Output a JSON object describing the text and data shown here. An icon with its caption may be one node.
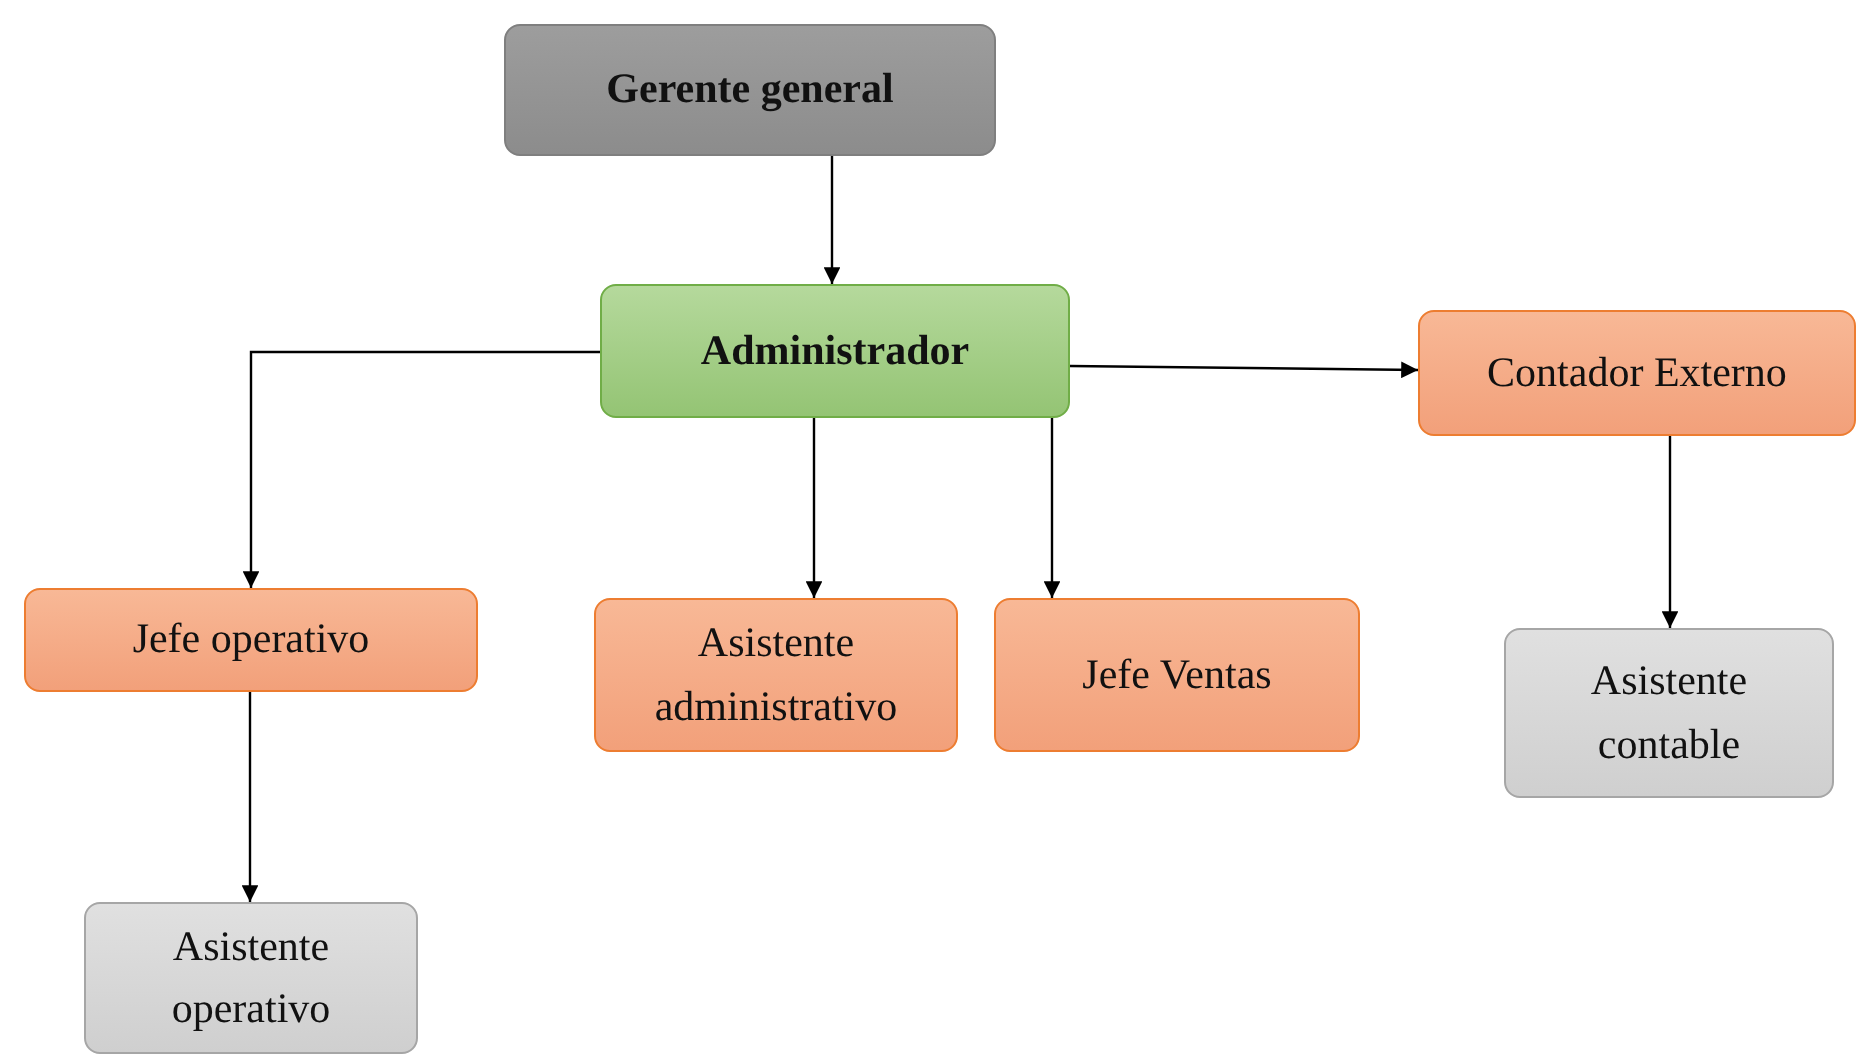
{
  "diagram": {
    "nodes": [
      {
        "text": [
          "Gerente general"
        ]
      },
      {
        "text": [
          "Administrador"
        ]
      },
      {
        "text": [
          "Contador Externo"
        ]
      },
      {
        "text": [
          "Jefe operativo"
        ]
      },
      {
        "text": [
          "Asistente administrativo"
        ]
      },
      {
        "text": [
          "Jefe Ventas"
        ]
      },
      {
        "text": [
          "Asistente contable"
        ]
      },
      {
        "text": [
          "Asistente operativo"
        ]
      }
    ],
    "edges": [
      {
        "from": 0,
        "to": 1,
        "arrow": "to"
      },
      {
        "from": 1,
        "to": 3,
        "arrow": "to"
      },
      {
        "from": 1,
        "to": 2,
        "arrow": "to"
      },
      {
        "from": 1,
        "to": 4,
        "arrow": "to"
      },
      {
        "from": 1,
        "to": 5,
        "arrow": "to"
      },
      {
        "from": 2,
        "to": 6,
        "arrow": "to"
      },
      {
        "from": 3,
        "to": 7,
        "arrow": "to"
      }
    ]
  }
}
